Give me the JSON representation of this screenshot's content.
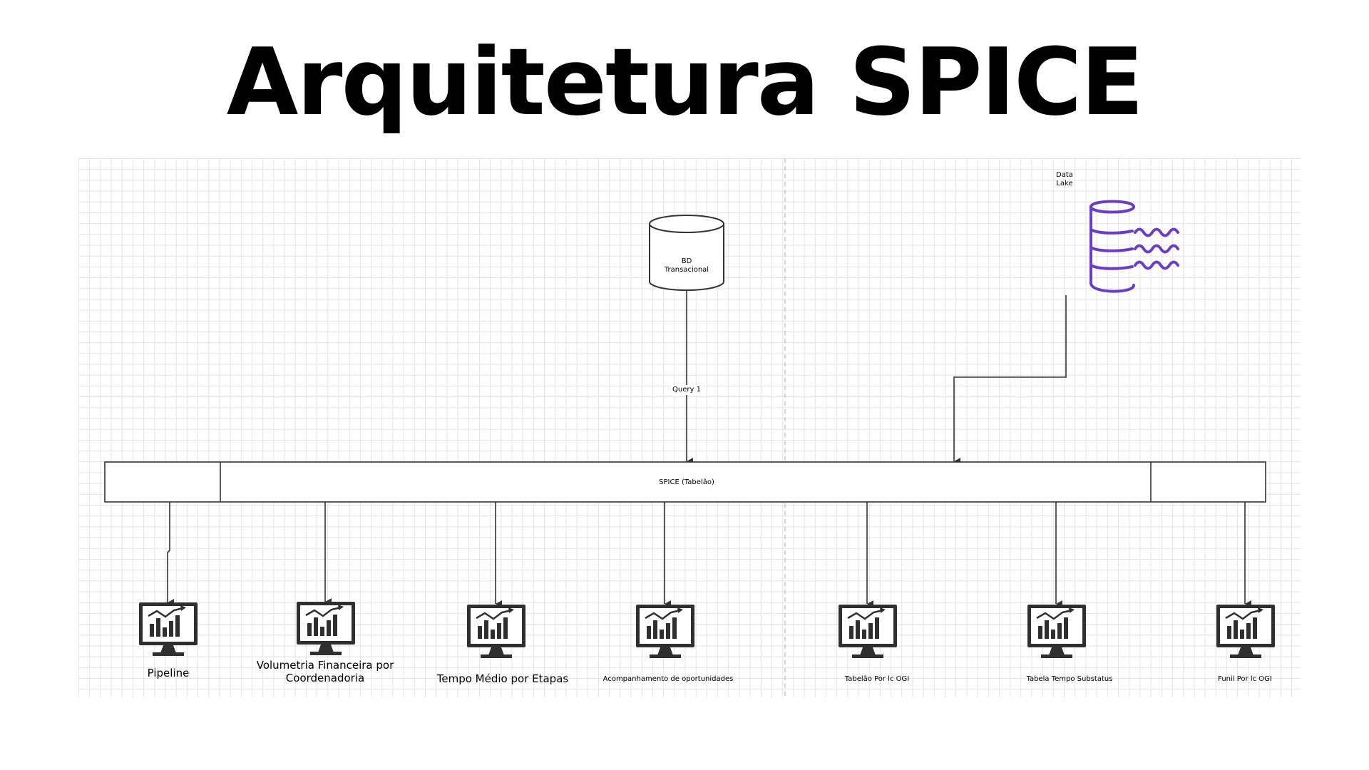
{
  "title": "Arquitetura SPICE",
  "sources": {
    "bd_transacional": {
      "line1": "BD",
      "line2": "Transacional"
    },
    "data_lake": {
      "line1": "Data",
      "line2": "Lake"
    }
  },
  "edges": {
    "query_label": "Query 1"
  },
  "spice_bar": {
    "label": "SPICE (Tabelão)"
  },
  "dashboards": [
    {
      "line1": "Pipeline",
      "line2": ""
    },
    {
      "line1": "Volumetria Financeira por",
      "line2": "Coordenadoria"
    },
    {
      "line1": "Tempo Médio por Etapas",
      "line2": ""
    },
    {
      "line1": "Acompanhamento de oportunidades",
      "line2": ""
    },
    {
      "line1": "Tabelão Por lc OGI",
      "line2": ""
    },
    {
      "line1": "Tabela Tempo Substatus",
      "line2": ""
    },
    {
      "line1": "Funil Por lc OGI",
      "line2": ""
    }
  ],
  "colors": {
    "data_lake_icon": "#6b3fc4",
    "lines": "#333333",
    "grid": "#e3e3e3",
    "dashboard_icon": "#2f2f2f"
  },
  "icons": {
    "bd_transacional": "cylinder-database-icon",
    "data_lake": "data-lake-icon",
    "dashboard": "monitor-chart-icon"
  }
}
